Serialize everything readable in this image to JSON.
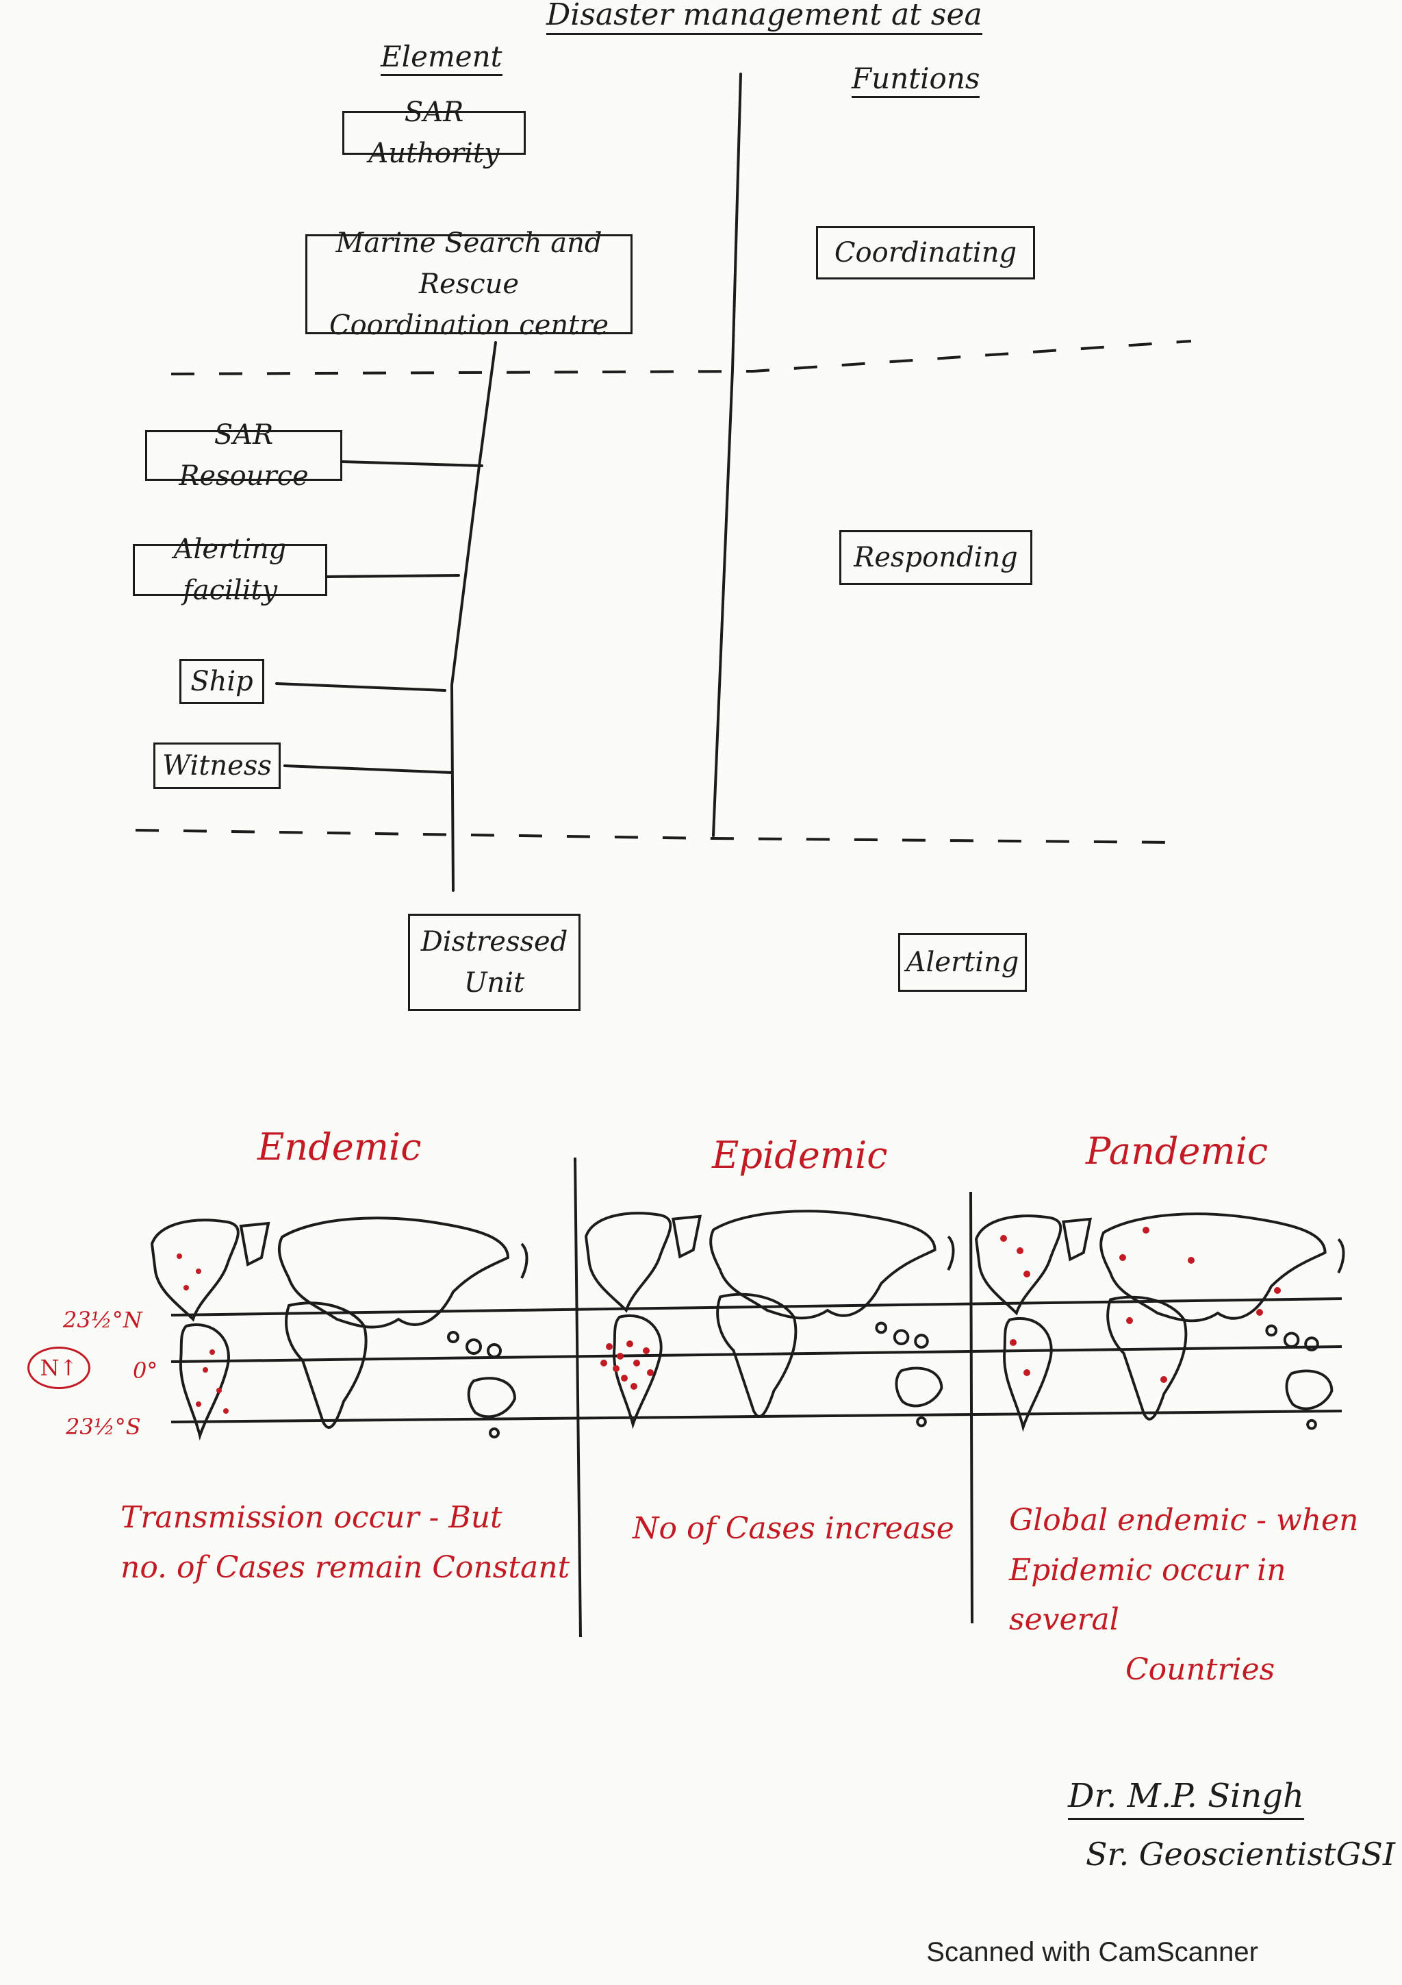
{
  "title": "Disaster management at sea",
  "headers": {
    "elements": "Element",
    "functions": "Funtions"
  },
  "elements": {
    "sar_authority": "SAR Authority",
    "mrcc_line1": "Marine Search and Rescue",
    "mrcc_line2": "Coordination centre",
    "sar_resource": "SAR Resource",
    "alerting_facility": "Alerting facility",
    "ship": "Ship",
    "witness": "Witness",
    "distressed_line1": "Distressed",
    "distressed_line2": "Unit"
  },
  "functions": {
    "coordinating": "Coordinating",
    "responding": "Responding",
    "alerting": "Alerting"
  },
  "maps": {
    "latitudes": {
      "north": "23½°N",
      "equator": "0°",
      "south": "23½°S"
    },
    "north_symbol": "N↑",
    "panels": [
      {
        "title": "Endemic",
        "caption_line1": "Transmission occur - But",
        "caption_line2": "no. of Cases remain Constant",
        "caption_line3": ""
      },
      {
        "title": "Epidemic",
        "caption_line1": "No of Cases increase",
        "caption_line2": "",
        "caption_line3": ""
      },
      {
        "title": "Pandemic",
        "caption_line1": "Global endemic - when",
        "caption_line2": "Epidemic occur in several",
        "caption_line3": "Countries"
      }
    ]
  },
  "signature": {
    "name": "Dr. M.P. Singh",
    "role": "Sr. GeoscientistGSI"
  },
  "footer": "Scanned with CamScanner",
  "colors": {
    "ink": "#1c1c1c",
    "red_ink": "#c31a24",
    "paper": "#fbfbf8"
  }
}
